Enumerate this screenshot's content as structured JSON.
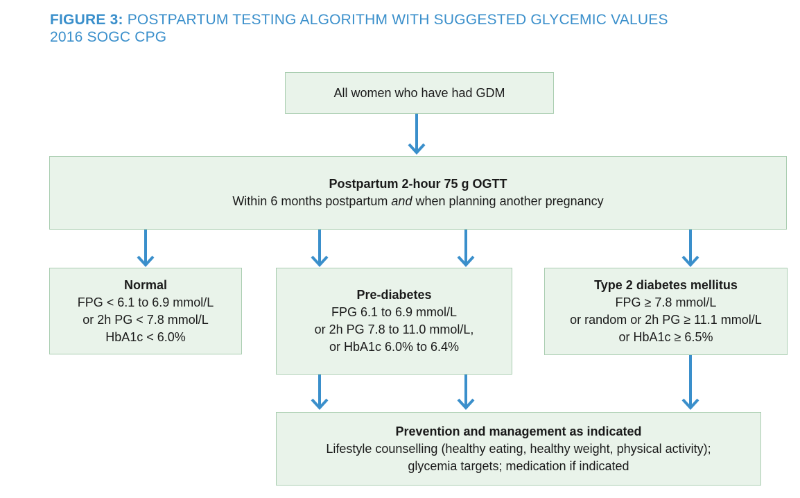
{
  "title": {
    "label": "FIGURE 3:",
    "text": " POSTPARTUM TESTING ALGORITHM WITH SUGGESTED GLYCEMIC VALUES",
    "subtitle": "2016 SOGC CPG"
  },
  "nodes": {
    "start": {
      "text": "All women who have had GDM"
    },
    "ogtt": {
      "heading": "Postpartum 2-hour 75 g OGTT",
      "line_pre": "Within 6 months postpartum ",
      "line_em": "and",
      "line_post": " when planning another pregnancy"
    },
    "normal": {
      "heading": "Normal",
      "lines": [
        "FPG < 6.1 to 6.9 mmol/L",
        "or 2h PG < 7.8 mmol/L",
        "HbA1c < 6.0%"
      ]
    },
    "prediabetes": {
      "heading": "Pre-diabetes",
      "lines": [
        "FPG 6.1 to 6.9 mmol/L",
        "or 2h PG 7.8 to 11.0 mmol/L,",
        "or HbA1c 6.0% to 6.4%"
      ]
    },
    "t2dm": {
      "heading": "Type 2 diabetes mellitus",
      "lines": [
        "FPG ≥ 7.8 mmol/L",
        "or random or 2h PG ≥ 11.1 mmol/L",
        "or HbA1c ≥ 6.5%"
      ]
    },
    "prevention": {
      "heading": "Prevention and management as indicated",
      "lines": [
        "Lifestyle counselling (healthy eating, healthy weight, physical activity);",
        "glycemia targets; medication if indicated"
      ]
    }
  },
  "colors": {
    "arrow": "#3a8fcb",
    "box_fill": "#e9f3ea",
    "box_border": "#a9cdb0",
    "title": "#3a8fcb"
  }
}
